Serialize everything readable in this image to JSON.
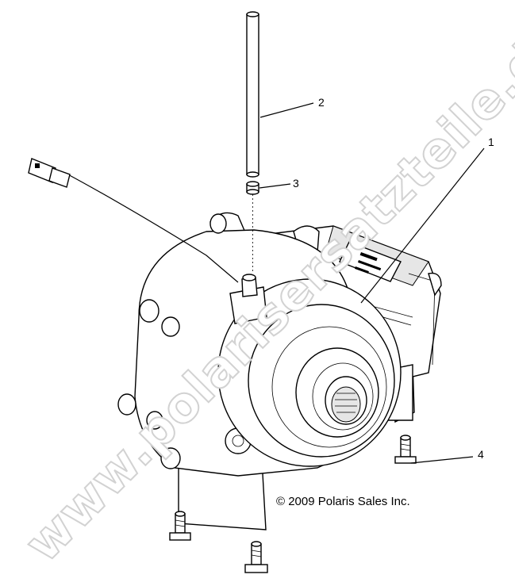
{
  "diagram": {
    "callouts": [
      "1",
      "2",
      "3",
      "4"
    ],
    "copyright": "© 2009 Polaris Sales Inc.",
    "watermark": "www.polarisersatzteile.de",
    "colors": {
      "line": "#000000",
      "background": "#ffffff",
      "watermark_outline": "#d2d2d2"
    }
  }
}
